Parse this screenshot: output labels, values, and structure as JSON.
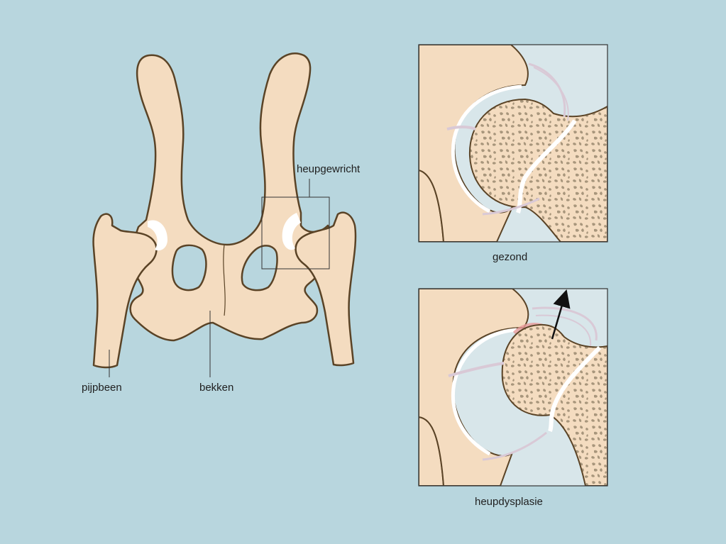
{
  "labels": {
    "hip_joint": "heupgewricht",
    "femur": "pijpbeen",
    "pelvis": "bekken",
    "healthy": "gezond",
    "dysplasia": "heupdysplasie"
  },
  "colors": {
    "background": "#b8d6de",
    "bone": "#f4dcc0",
    "outline": "#5a4326",
    "cartilage": "#ffffff",
    "spongy_bone": "#a8967c",
    "inset_bg": "#d8e6ea",
    "ligament": "#d9c9d6",
    "inflammation": "#e89a9a"
  }
}
